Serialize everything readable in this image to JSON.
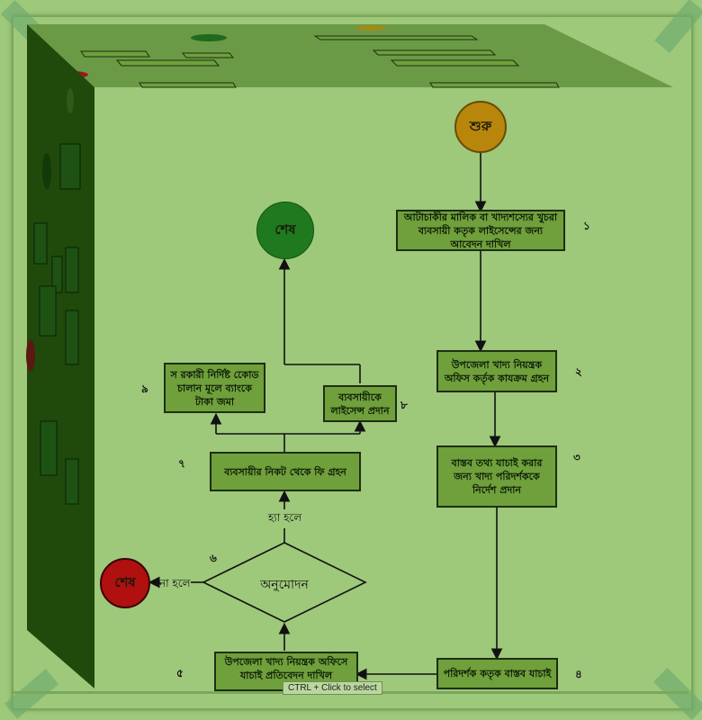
{
  "diagram": {
    "start": {
      "label": "শুরু",
      "color": "#b8860b"
    },
    "end_success": {
      "label": "শেষ",
      "color": "#1f7a1f"
    },
    "end_reject": {
      "label": "শেষ",
      "color": "#b01010"
    },
    "steps": [
      {
        "num": "১",
        "text": "আটাচাকীর মালিক বা খাদ্যশস্যের খুচরা ব্যবসায়ী কতৃক লাইসেন্সের জন্য আবেদন দাখিল"
      },
      {
        "num": "২",
        "text": "উপজেলা খাদ্য নিয়ন্ত্রক অফিস কর্তৃক কাযক্রম গ্রহন"
      },
      {
        "num": "৩",
        "text": "বাস্তব তথ্য যাচাই করার জন্য খাদ্য পরিদর্শককে নির্দেশ প্রদান"
      },
      {
        "num": "৪",
        "text": "পরিদর্শক কতৃক বাস্তব যাচাই"
      },
      {
        "num": "৫",
        "text": "উপজেলা খাদ্য নিয়ন্ত্রক অফিসে যাচাই প্রতিবেদন দাখিল"
      },
      {
        "num": "৬",
        "text": "অনুমোদন"
      },
      {
        "num": "৭",
        "text": "ব্যবসায়ীর নিকট থেকে ফি গ্রহন"
      },
      {
        "num": "৮",
        "text": "ব্যবসায়ীকে লাইসেন্স প্রদান"
      },
      {
        "num": "৯",
        "text": "স রকারী নির্দিষ্ট কোেড চালান মূলে ব্যাংকে টাকা জমা"
      }
    ],
    "yes_label": "হ্যা হলে",
    "no_label": "না হলে"
  },
  "tooltip": "CTRL + Click to select"
}
